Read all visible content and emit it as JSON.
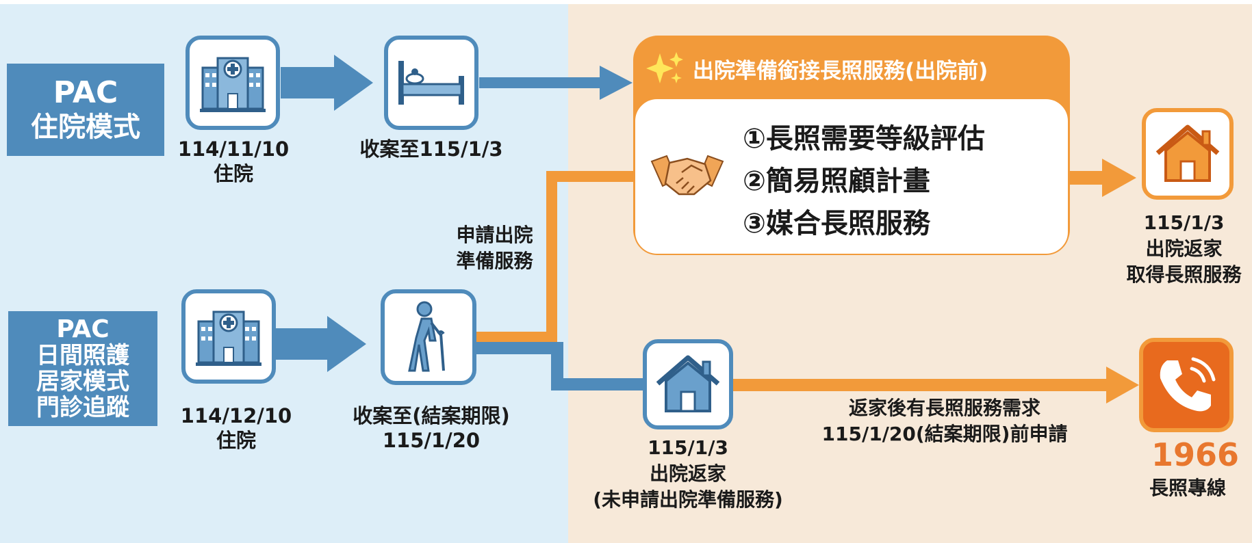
{
  "pac_hospital": {
    "line1": "PAC",
    "line2": "住院模式"
  },
  "pac_daycare": {
    "line1": "PAC",
    "line2": "日間照護",
    "line3": "居家模式",
    "line4": "門診追蹤"
  },
  "top_row": {
    "admit_date": "114/11/10",
    "admit_text": "住院",
    "case_closed": "收案至115/1/3"
  },
  "bottom_row": {
    "admit_date": "114/12/10",
    "admit_text": "住院",
    "case_closed_line1": "收案至(結案期限)",
    "case_closed_line2": "115/1/20"
  },
  "apply_label": {
    "line1": "申請出院",
    "line2": "準備服務"
  },
  "banner": {
    "title": "出院準備銜接長照服務(出院前)",
    "steps": [
      "①長照需要等級評估",
      "②簡易照顧計畫",
      "③媒合長照服務"
    ]
  },
  "home_result": {
    "line1": "115/1/3",
    "line2": "出院返家",
    "line3": "取得長照服務"
  },
  "home_no_service": {
    "line1": "115/1/3",
    "line2": "出院返家",
    "line3": "(未申請出院準備服務)"
  },
  "later_need": {
    "line1": "返家後有長照服務需求",
    "line2": "115/1/20(結案期限)前申請"
  },
  "hotline": {
    "number": "1966",
    "label": "長照專線"
  },
  "colors": {
    "blue": "#4f8bbb",
    "orange": "#f29a3a",
    "left_bg": "#ddeef8",
    "right_bg": "#f7e9d9"
  },
  "icons": [
    "hospital-icon",
    "bed-icon",
    "sparkle-icon",
    "handshake-icon",
    "house-icon",
    "elderly-walking-icon",
    "phone-icon"
  ]
}
